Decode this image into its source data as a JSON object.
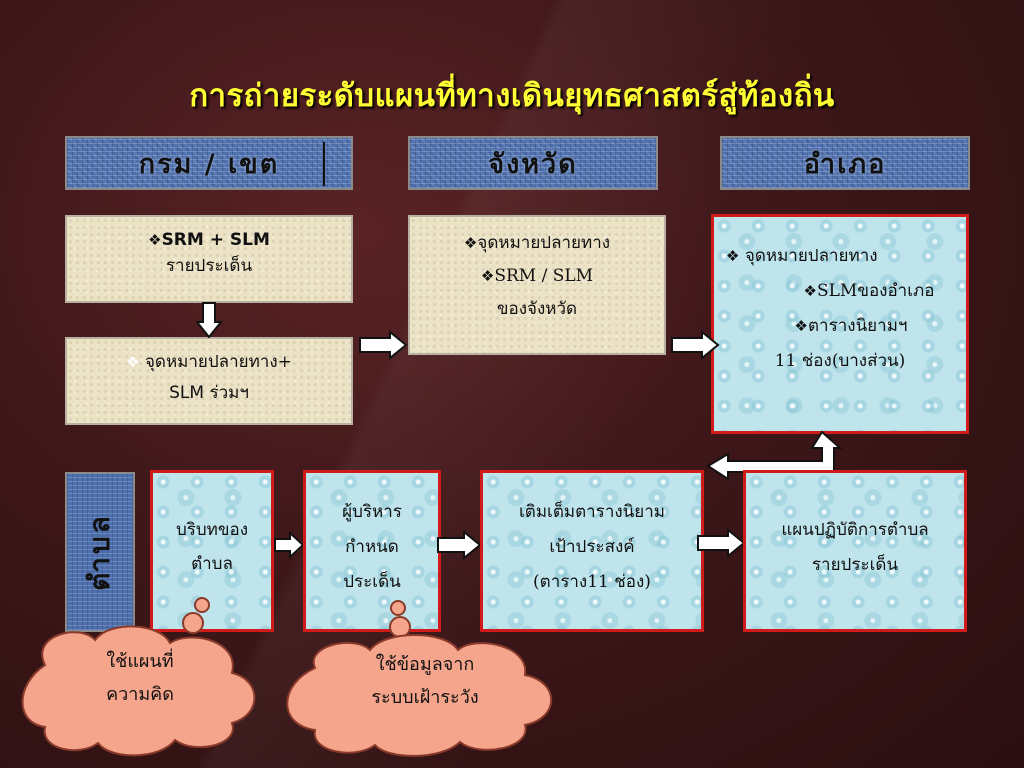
{
  "title": "การถ่ายระดับแผนที่ทางเดินยุทธศาสตร์สู่ท้องถิ่น",
  "colors": {
    "title": "#ffff33",
    "header_blue": "#4d6fae",
    "water_border": "#d11a1a",
    "cloud_fill": "#f5a58c"
  },
  "headers": {
    "department": "กรม / เขต",
    "province": "จังหวัด",
    "district": "อำเภอ",
    "subdistrict": "ตำบล"
  },
  "boxes": {
    "dept_top": {
      "line1": "SRM + SLM",
      "line2": "รายประเด็น"
    },
    "dept_bottom": {
      "line1": "จุดหมายปลายทาง+",
      "line2": "SLM ร่วมฯ"
    },
    "province": {
      "line1": "จุดหมายปลายทาง",
      "line2": "SRM / SLM",
      "line3": "ของจังหวัด"
    },
    "district": {
      "line1": "จุดหมายปลายทาง",
      "line2": "SLMของอำเภอ",
      "line3": "ตารางนิยามฯ",
      "line4": "11 ช่อง(บางส่วน)"
    },
    "sub1": {
      "line1": "บริบทของ",
      "line2": "ตำบล"
    },
    "sub2": {
      "line1": "ผู้บริหาร",
      "line2": "กำหนด",
      "line3": "ประเด็น"
    },
    "sub3": {
      "line1": "เติมเต็มตารางนิยาม",
      "line2": "เป้าประสงค์",
      "line3": "(ตาราง11 ช่อง)"
    },
    "sub4": {
      "line1": "แผนปฏิบัติการตำบล",
      "line2": "รายประเด็น"
    }
  },
  "clouds": {
    "left": {
      "line1": "ใช้แผนที่",
      "line2": "ความคิด"
    },
    "right": {
      "line1": "ใช้ข้อมูลจาก",
      "line2": "ระบบเฝ้าระวัง"
    }
  },
  "icons": {
    "bullet": "diamond-bullet-icon",
    "arrow": "block-arrow-icon"
  }
}
